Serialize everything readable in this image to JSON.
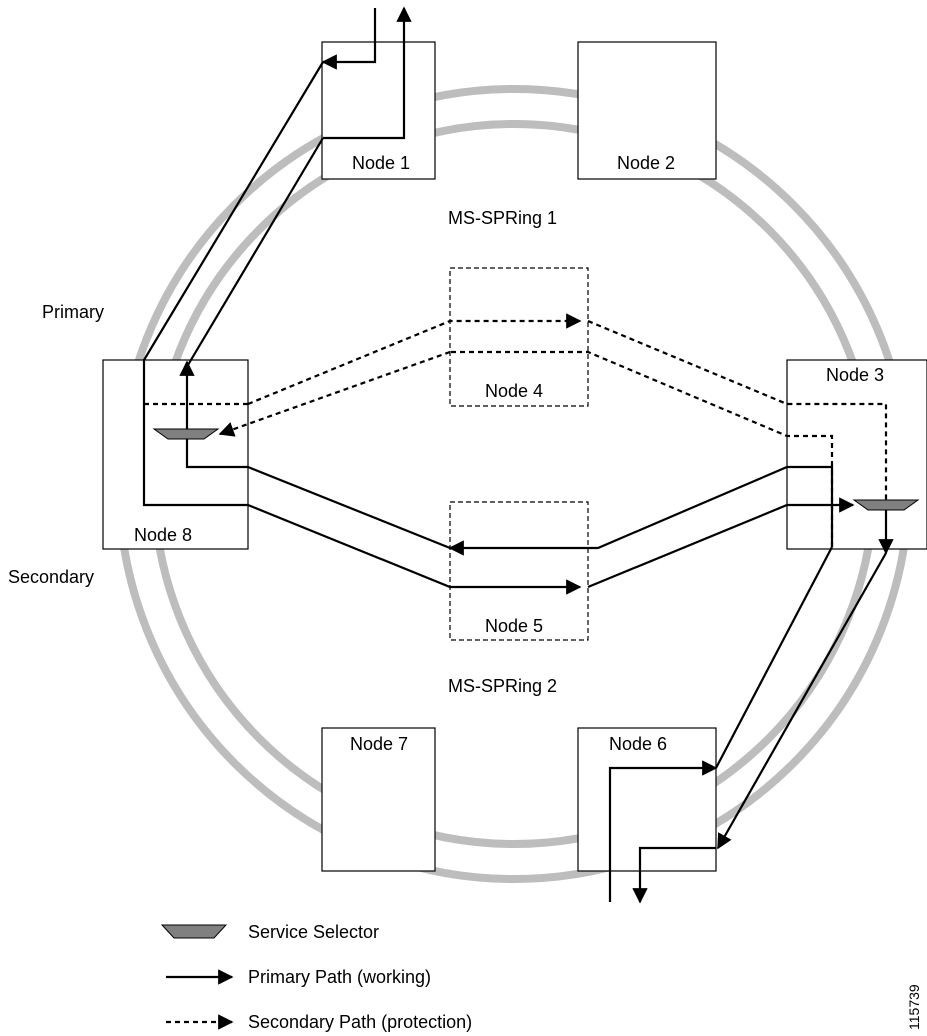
{
  "rings": {
    "ring1_label": "MS-SPRing 1",
    "ring2_label": "MS-SPRing 2"
  },
  "nodes": {
    "node1": "Node 1",
    "node2": "Node 2",
    "node3": "Node 3",
    "node4": "Node 4",
    "node5": "Node 5",
    "node6": "Node 6",
    "node7": "Node 7",
    "node8": "Node 8"
  },
  "side_labels": {
    "primary": "Primary",
    "secondary": "Secondary"
  },
  "legend": {
    "service_selector": "Service Selector",
    "primary_path": "Primary Path (working)",
    "secondary_path": "Secondary Path (protection)"
  },
  "figure_id": "115739",
  "colors": {
    "ring": "#bdbdbd",
    "selector": "#808080",
    "line": "#000000"
  }
}
